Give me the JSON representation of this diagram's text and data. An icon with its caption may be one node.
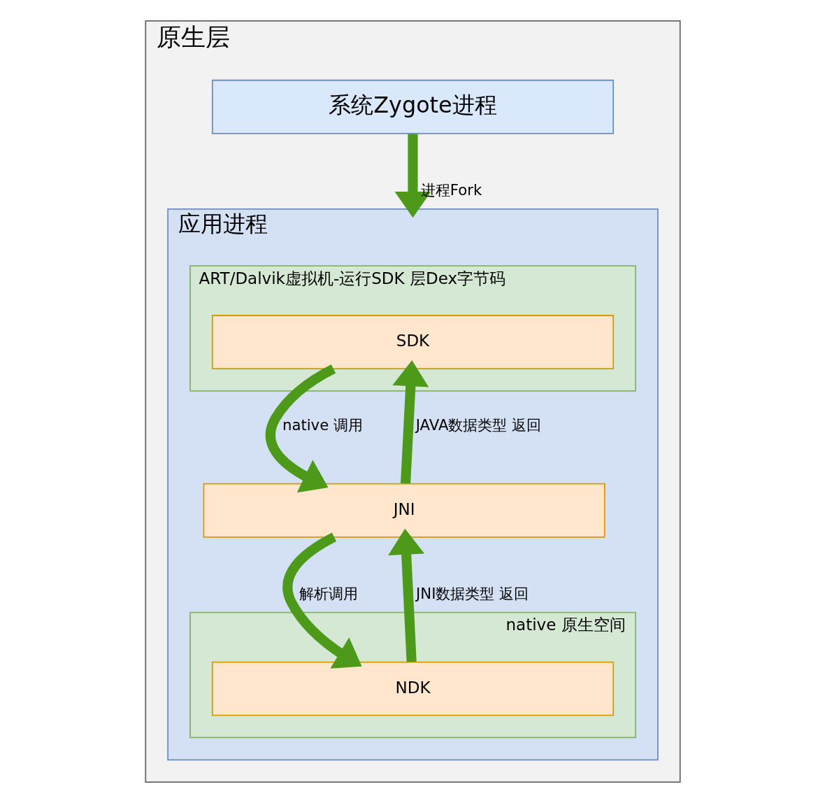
{
  "diagram": {
    "nodes": [
      {
        "text": [
          "原生层"
        ]
      },
      {
        "text": [
          "系统Zygote进程"
        ],
        "in": 0
      },
      {
        "text": [
          "应用进程"
        ],
        "in": 0
      },
      {
        "text": [
          "ART/Dalvik虚拟机-运行SDK 层Dex字节码"
        ],
        "in": 2
      },
      {
        "text": [
          "SDK"
        ],
        "in": 3
      },
      {
        "text": [
          "JNI"
        ],
        "in": 2
      },
      {
        "text": [
          "native 原生空间"
        ],
        "in": 2
      },
      {
        "text": [
          "NDK"
        ],
        "in": 6
      }
    ],
    "edges": [
      {
        "from": 1,
        "to": 2,
        "arrow": "to",
        "label": "进程Fork"
      },
      {
        "from": 4,
        "to": 5,
        "arrow": "to",
        "label": "native 调用"
      },
      {
        "from": 5,
        "to": 4,
        "arrow": "to",
        "label": "JAVA数据类型 返回"
      },
      {
        "from": 5,
        "to": 7,
        "arrow": "to",
        "label": "解析调用"
      },
      {
        "from": 7,
        "to": 5,
        "arrow": "to",
        "label": "JNI数据类型 返回"
      }
    ]
  }
}
